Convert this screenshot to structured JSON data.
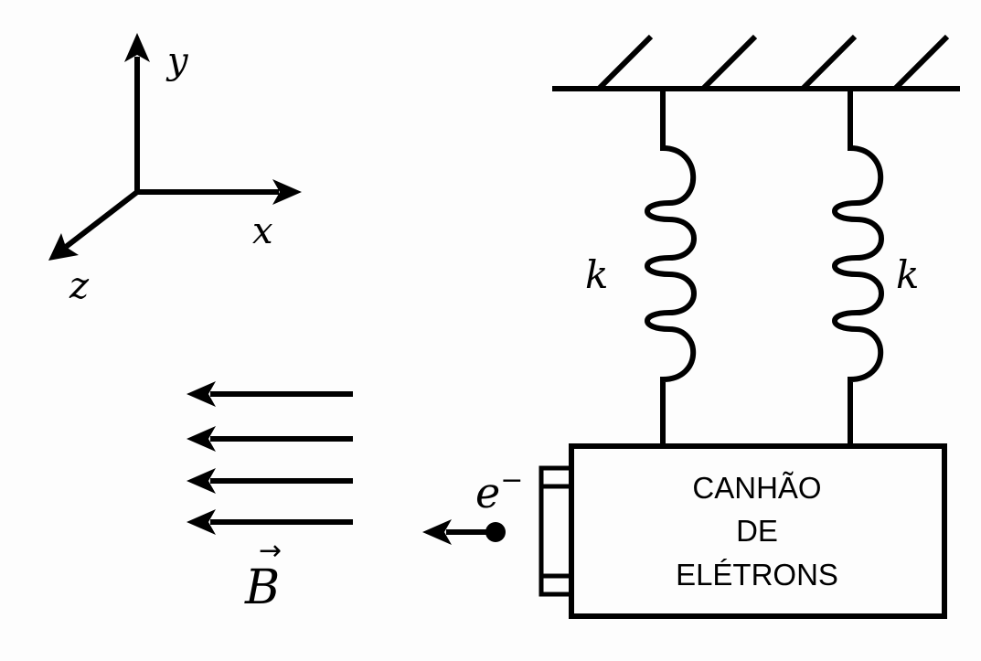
{
  "axes": {
    "y_label": "y",
    "x_label": "x",
    "z_label": "z"
  },
  "springs": {
    "left_label": "k",
    "right_label": "k"
  },
  "field": {
    "label": "B",
    "vector_mark": "→"
  },
  "electron": {
    "label": "e",
    "charge": "−"
  },
  "gun": {
    "line1": "CANHÃO",
    "line2": "DE",
    "line3": "ELÉTRONS"
  }
}
